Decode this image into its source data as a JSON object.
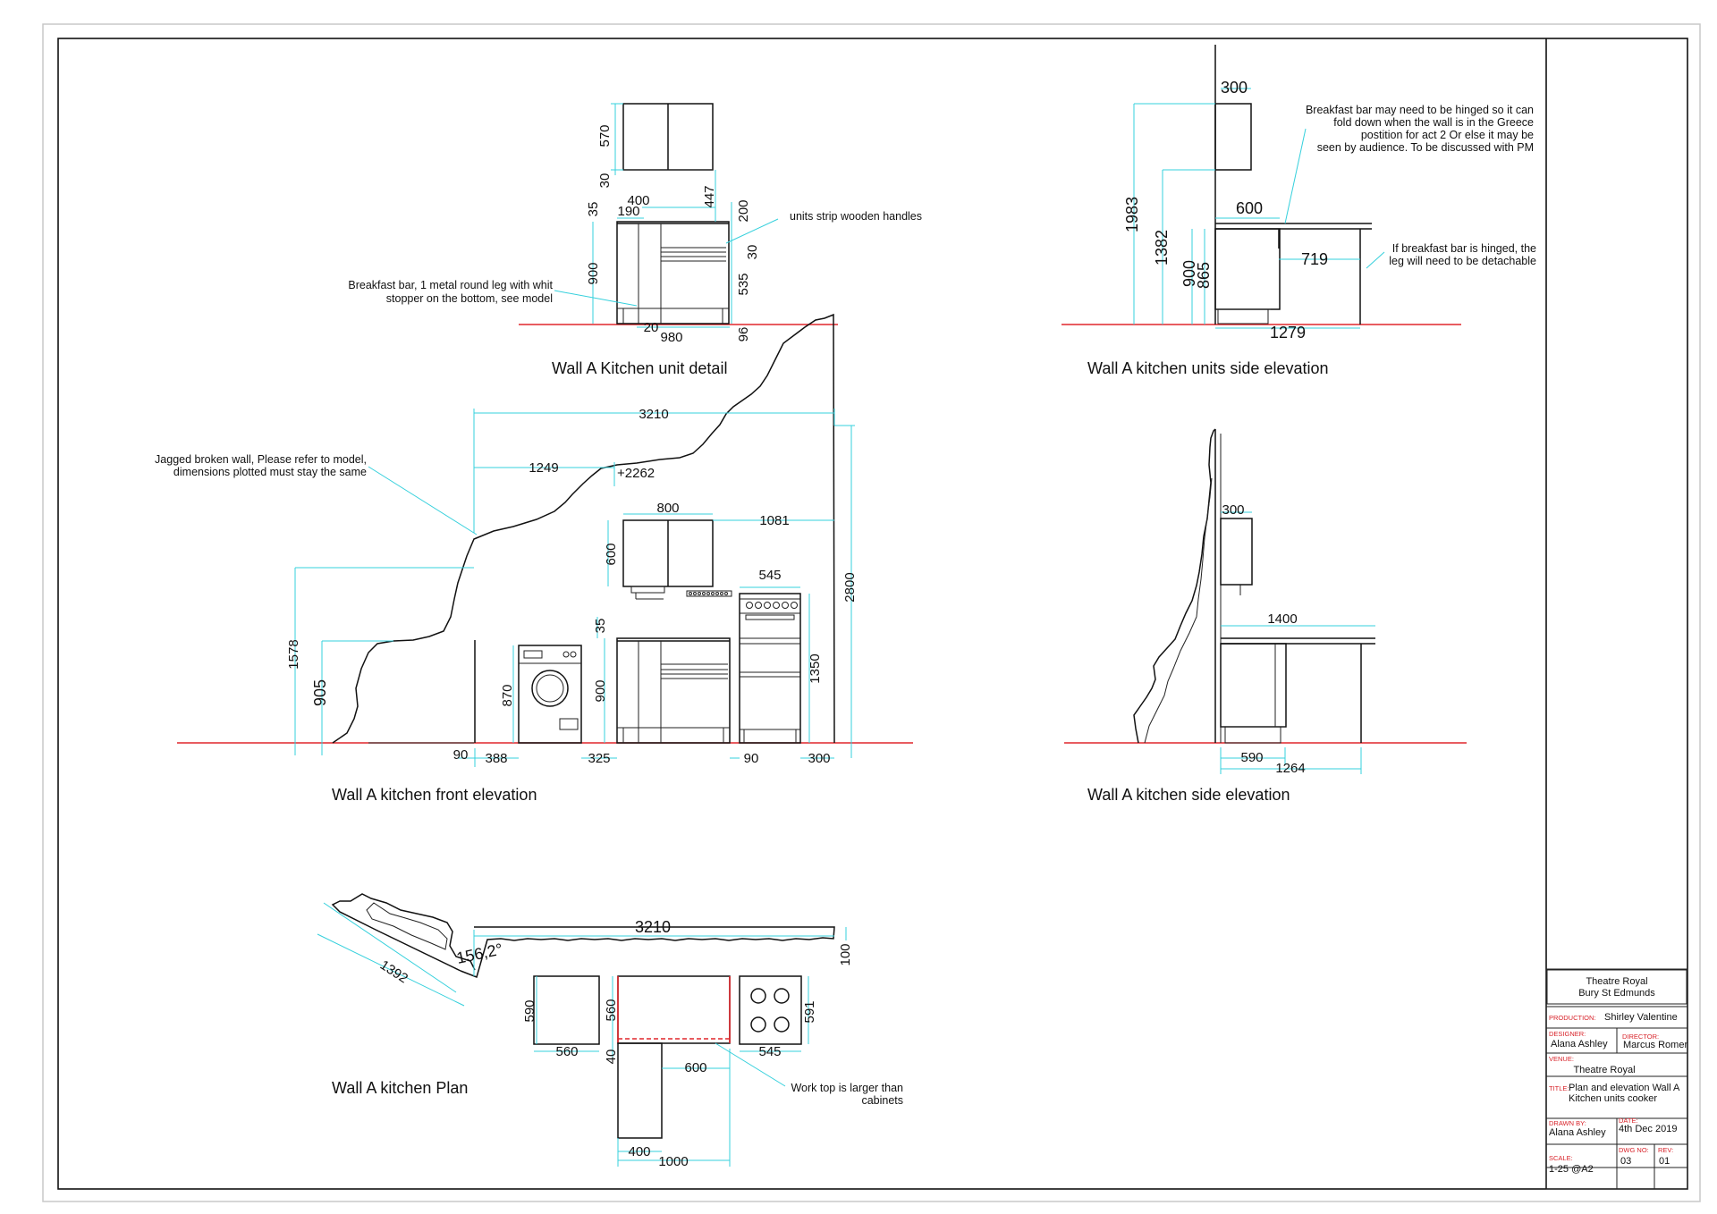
{
  "colors": {
    "dimension": "#35d0dc",
    "floor": "#e0262b",
    "ink": "#111111",
    "titleblock_label": "#d8232a"
  },
  "views": {
    "unit_detail": {
      "title": "Wall A Kitchen unit detail",
      "dims": [
        "570",
        "30",
        "400",
        "447",
        "190",
        "35",
        "200",
        "30",
        "900",
        "535",
        "20",
        "980",
        "96"
      ],
      "notes": [
        "units strip wooden handles",
        "Breakfast bar, 1 metal round leg with whit",
        "stopper on the bottom, see model"
      ]
    },
    "units_side": {
      "title": "Wall A kitchen units side elevation",
      "dims": [
        "300",
        "1983",
        "1382",
        "600",
        "900",
        "865",
        "719",
        "1279"
      ],
      "notes": [
        "Breakfast bar may need to be hinged so it can",
        "fold down when the wall is in the Greece",
        "postition for act 2 Or else it may be",
        "seen by audience. To be discussed with PM",
        "If breakfast bar is hinged, the",
        "leg will need to be detachable"
      ]
    },
    "front": {
      "title": "Wall A kitchen front elevation",
      "dims": [
        "3210",
        "1249",
        "+2262",
        "800",
        "1081",
        "600",
        "545",
        "2800",
        "1578",
        "905",
        "870",
        "35",
        "900",
        "1350",
        "90",
        "388",
        "325",
        "90",
        "300"
      ],
      "notes": [
        "Jagged broken wall, Please refer to model,",
        "dimensions plotted must stay the same"
      ]
    },
    "side": {
      "title": "Wall A kitchen side elevation",
      "dims": [
        "300",
        "1400",
        "590",
        "1264"
      ]
    },
    "plan": {
      "title": "Wall A kitchen Plan",
      "dims": [
        "3210",
        "156,2°",
        "100",
        "1392",
        "590",
        "560",
        "560",
        "591",
        "40",
        "600",
        "545",
        "400",
        "1000"
      ],
      "notes": [
        "Work top is larger than",
        "cabinets"
      ]
    }
  },
  "titleblock": {
    "theatre_line1": "Theatre Royal",
    "theatre_line2": "Bury St Edmunds",
    "production_label": "PRODUCTION:",
    "production": "Shirley Valentine",
    "designer_label": "DESIGNER:",
    "designer": "Alana Ashley",
    "director_label": "DIRECTOR:",
    "director": "Marcus Romer",
    "venue_label": "VENUE:",
    "venue": "Theatre Royal",
    "title_label": "TITLE:",
    "title_line1": "Plan and elevation Wall A",
    "title_line2": "Kitchen units cooker",
    "drawn_label": "DRAWN BY:",
    "drawn": "Alana Ashley",
    "date_label": "DATE:",
    "date": "4th Dec 2019",
    "dwg_label": "DWG NO:",
    "dwg": "03",
    "rev_label": "REV:",
    "rev": "01",
    "scale_label": "SCALE:",
    "scale": "1-25 @A2"
  }
}
